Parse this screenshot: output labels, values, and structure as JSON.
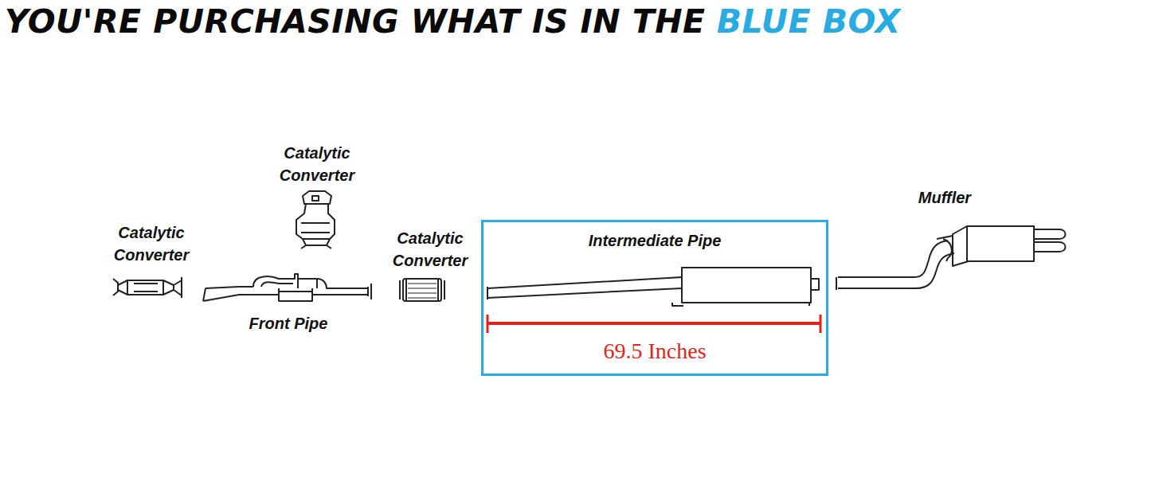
{
  "diagram": {
    "title": "YOU'RE PURCHASING WHAT IS IN THE",
    "nodes": [
      {
        "text": [
          "Intermediate Pipe",
          "69.5 Inches"
        ]
      }
    ],
    "labels": [
      "BLUE BOX",
      "Catalytic Converter",
      "Catalytic Converter",
      "Front Pipe",
      "Catalytic Converter",
      "Muffler"
    ]
  }
}
